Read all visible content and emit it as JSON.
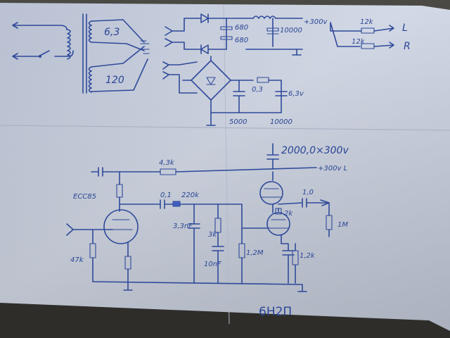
{
  "labels": {
    "t_63": "6,3",
    "t_120": "120",
    "c680a": "680",
    "c680b": "680",
    "c10000a": "10000",
    "b300a": "+300v",
    "r12k_l": "12k",
    "out_L": "L",
    "r12k_r": "12k",
    "out_R": "R",
    "r03": "0,3",
    "v63": "6,3v",
    "c5000": "5000",
    "c10000b": "10000",
    "c2000": "2000,0×300v",
    "r43k": "4,3k",
    "b300b": "+300v L",
    "ecc85": "ECC85",
    "c01": "0,1",
    "r220k": "220k",
    "c33nf": "3,3nF",
    "r47k": "47k",
    "r1k": "3k",
    "c10nf": "10nF",
    "r12m": "1,2M",
    "c10": "1,0",
    "r2k": "2k",
    "r1m": "1M",
    "r12kb": "1,2k",
    "tube": "6Н2П"
  },
  "colors": {
    "ink": "#2f4a9a",
    "paper": "#c9d0de",
    "background": "#3b3a37"
  }
}
